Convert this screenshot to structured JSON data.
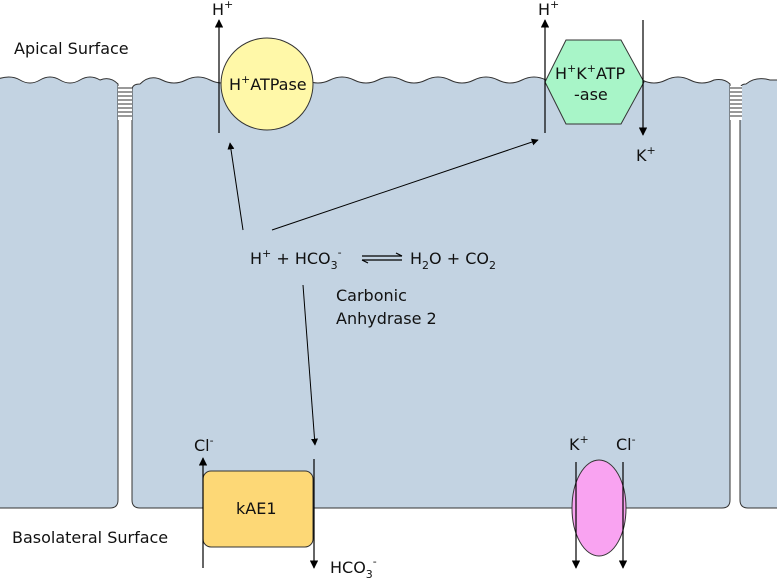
{
  "labels": {
    "apical_surface": "Apical Surface",
    "basolateral_surface": "Basolateral Surface",
    "carbonic_line1": "Carbonic",
    "carbonic_line2": "Anhydrase 2"
  },
  "reaction": {
    "h": "H",
    "h_sup": "+",
    "plus1": " + HCO",
    "hco3_sub": "3",
    "hco3_sup": "-",
    "h2o_h": "H",
    "h2o_sub": "2",
    "h2o_o": "O + CO",
    "co2_sub": "2"
  },
  "proteins": {
    "h_atpase": {
      "h": "H",
      "sup": "+",
      "rest": "ATPase"
    },
    "hk_atpase": {
      "h": "H",
      "sup1": "+",
      "k": "K",
      "sup2": "+",
      "rest": "ATP",
      "line2": "-ase"
    },
    "kae1": "kAE1"
  },
  "ions": {
    "h_top1": {
      "base": "H",
      "sup": "+"
    },
    "h_top2": {
      "base": "H",
      "sup": "+"
    },
    "k_top": {
      "base": "K",
      "sup": "+"
    },
    "cl_bottom_left": {
      "base": "Cl",
      "sup": "-"
    },
    "hco3_bottom": {
      "base": "HCO",
      "sub": "3",
      "sup": "-"
    },
    "k_bottom": {
      "base": "K",
      "sup": "+"
    },
    "cl_bottom_right": {
      "base": "Cl",
      "sup": "-"
    }
  },
  "colors": {
    "cell": "#c3d3e2",
    "h_atpase": "#fff8a8",
    "hk_atpase": "#a8f5c8",
    "kae1": "#fdd876",
    "k_cl_transporter": "#f9a3f1"
  }
}
